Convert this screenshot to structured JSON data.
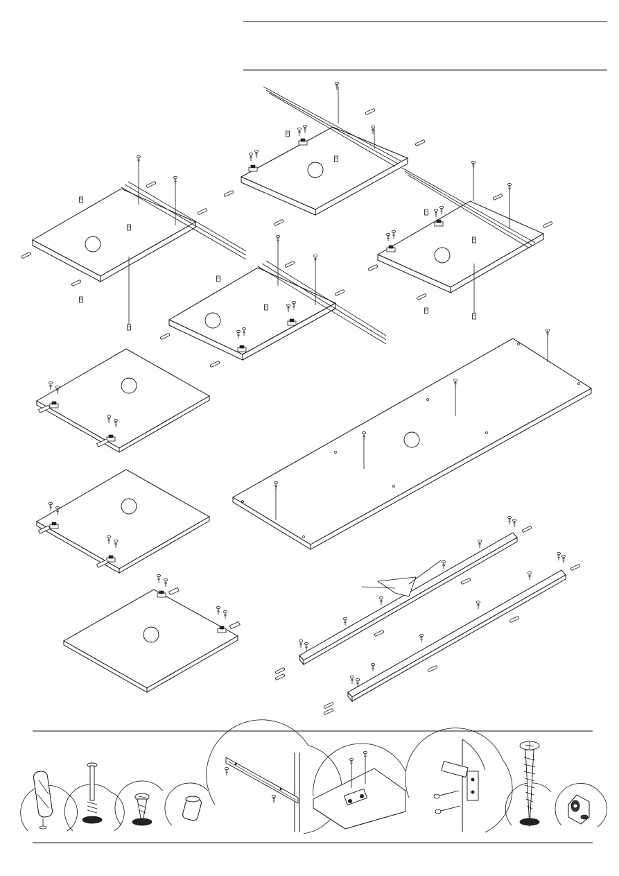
{
  "document": {
    "type": "assembly-instruction-sheet",
    "header_text": "",
    "parts": {
      "panels_with_rails": 4,
      "side_panels_with_hinges": 3,
      "top_panel": 1,
      "front_rails": 2
    },
    "fittings_legend": [
      {
        "icon": "wood-dowel-icon"
      },
      {
        "icon": "cam-bolt-icon"
      },
      {
        "icon": "short-screw-icon"
      },
      {
        "icon": "plastic-cap-icon"
      },
      {
        "icon": "drawer-runner-icon"
      },
      {
        "icon": "hinge-plate-icon"
      },
      {
        "icon": "hinge-mounting-icon"
      },
      {
        "icon": "long-screw-icon"
      },
      {
        "icon": "corner-bracket-icon"
      }
    ]
  }
}
